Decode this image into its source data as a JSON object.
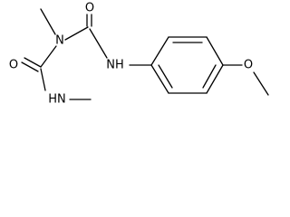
{
  "molecule": {
    "atoms": {
      "o_carbonyl_top": "O",
      "n_central": "N",
      "nh_anilide": "NH",
      "o_carbonyl_left": "O",
      "nh_methyl": "HN",
      "o_methoxy": "O"
    }
  }
}
